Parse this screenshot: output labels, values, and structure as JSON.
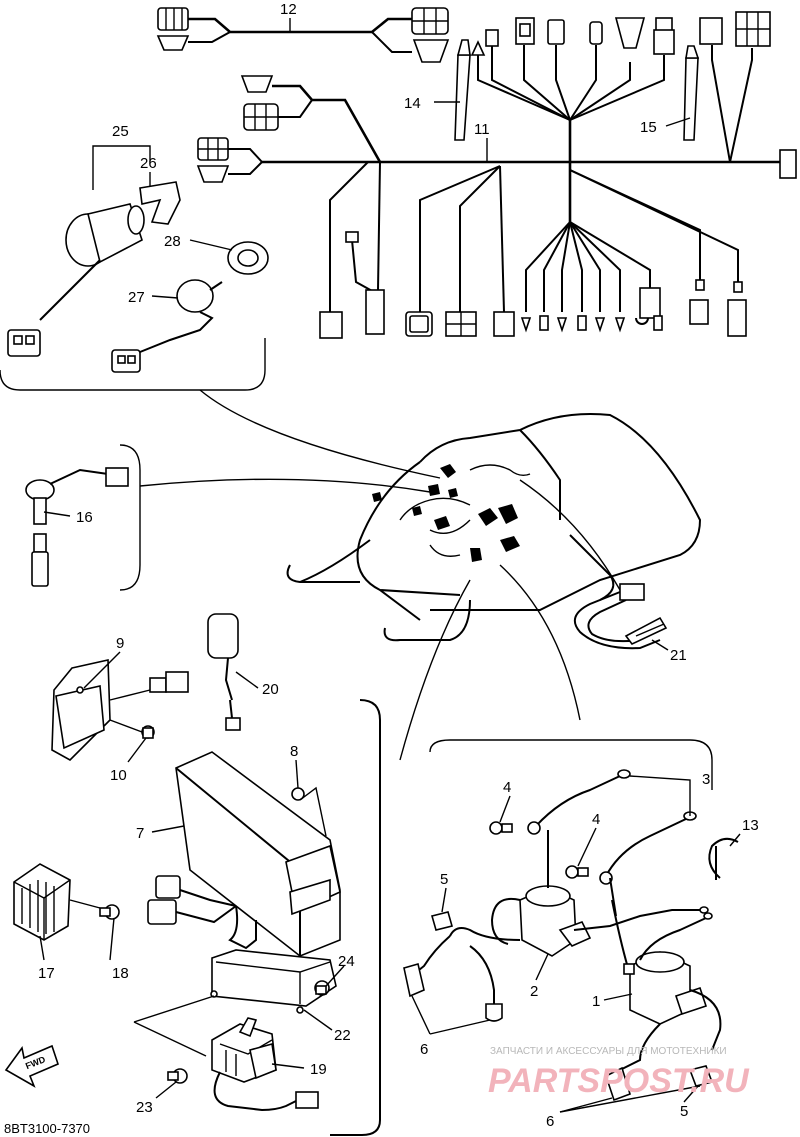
{
  "diagram_code": "8BT3100-7370",
  "fwd_label": "FWD",
  "watermark": {
    "line1": "ЗАПЧАСТИ И АКСЕССУАРЫ ДЛЯ МОТОТЕХНИКИ",
    "line2": "PARTSPOST.RU"
  },
  "callouts": {
    "c1": "1",
    "c2": "2",
    "c3": "3",
    "c4a": "4",
    "c4b": "4",
    "c5a": "5",
    "c5b": "5",
    "c6a": "6",
    "c6b": "6",
    "c7": "7",
    "c8": "8",
    "c9": "9",
    "c10": "10",
    "c11": "11",
    "c12": "12",
    "c13": "13",
    "c14": "14",
    "c15": "15",
    "c16": "16",
    "c17": "17",
    "c18": "18",
    "c19": "19",
    "c20": "20",
    "c21": "21",
    "c22": "22",
    "c23": "23",
    "c24": "24",
    "c25": "25",
    "c26": "26",
    "c27": "27",
    "c28": "28"
  }
}
